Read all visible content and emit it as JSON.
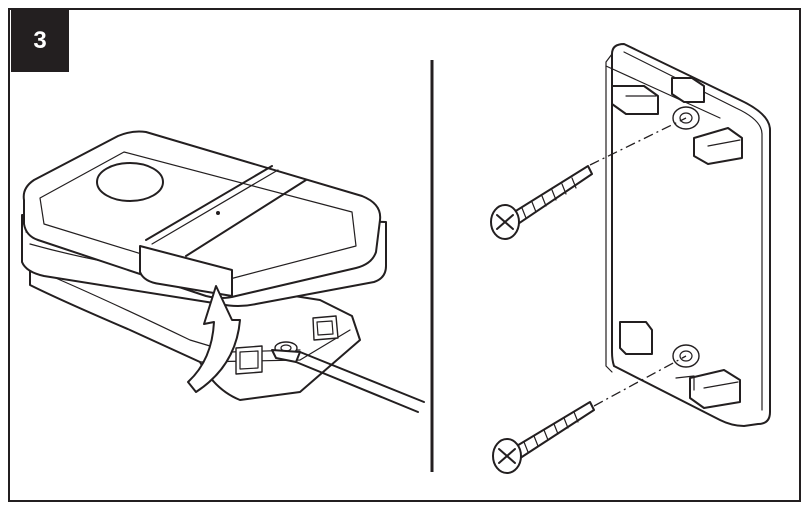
{
  "step": {
    "number": "3"
  },
  "colors": {
    "ink": "#231f20",
    "paper": "#ffffff",
    "badge_bg": "#231f20",
    "badge_text": "#ffffff"
  },
  "panels": [
    {
      "name": "left-panel",
      "content": "remote-removal-illustration"
    },
    {
      "name": "right-panel",
      "content": "wall-plate-mounting-illustration"
    }
  ]
}
